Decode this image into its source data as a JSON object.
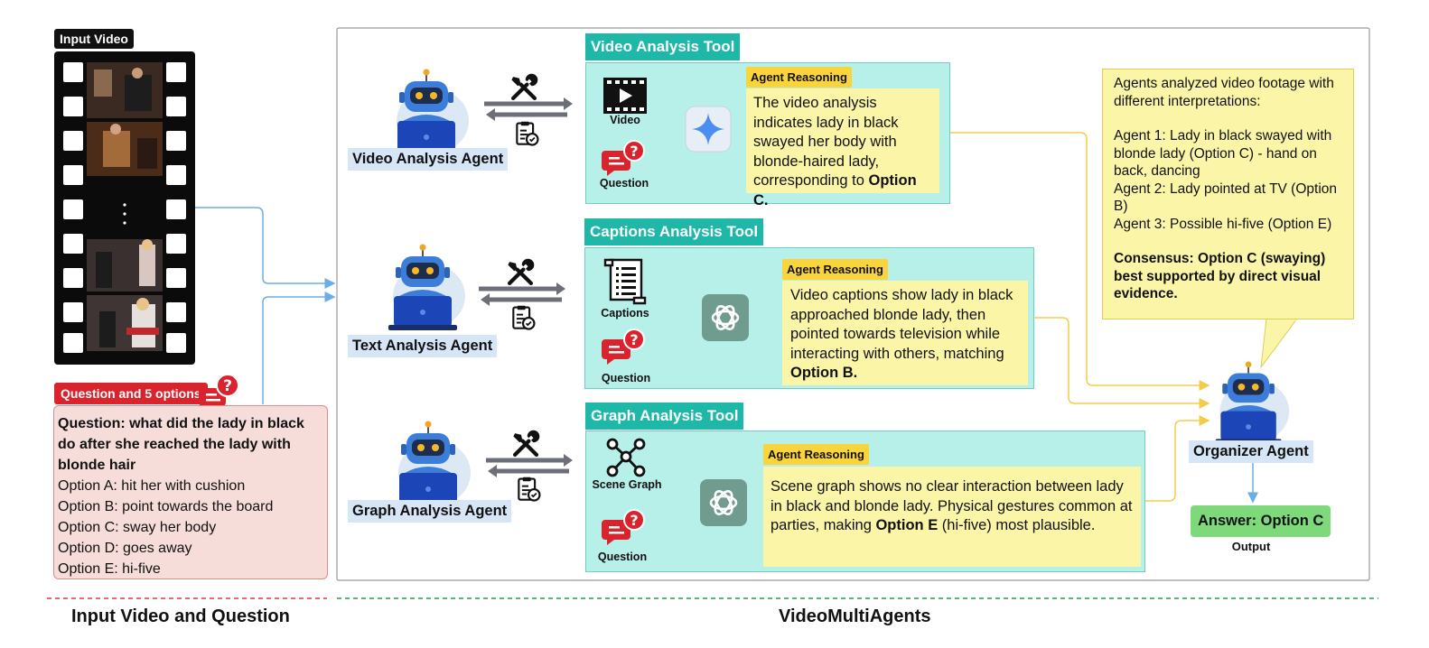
{
  "input": {
    "video_tag": "Input Video",
    "question_tag": "Question and 5 options",
    "question_text": "Question: what did the lady in black do after she reached the lady with blonde hair",
    "options": [
      "Option A: hit her with cushion",
      "Option B: point towards the board",
      "Option C: sway her body",
      "Option D: goes away",
      "Option E: hi-five"
    ]
  },
  "agents": {
    "video": {
      "agent_label": "Video Analysis Agent",
      "tool_title": "Video Analysis Tool",
      "input_label": "Video",
      "question_label": "Question",
      "reason_tag": "Agent Reasoning",
      "reasoning": "The video analysis indicates lady in black swayed her body with blonde-haired lady, corresponding to ",
      "reasoning_bold": "Option C."
    },
    "text": {
      "agent_label": "Text Analysis Agent",
      "tool_title": "Captions Analysis Tool",
      "input_label": "Captions",
      "question_label": "Question",
      "reason_tag": "Agent Reasoning",
      "reasoning": "Video captions show lady in black approached blonde lady, then pointed towards television while interacting with others, matching ",
      "reasoning_bold": "Option B."
    },
    "graph": {
      "agent_label": "Graph Analysis Agent",
      "tool_title": "Graph Analysis Tool",
      "input_label": "Scene Graph",
      "question_label": "Question",
      "reason_tag": "Agent Reasoning",
      "reasoning_pre": "Scene graph shows no clear interaction between lady in black and blonde lady. Physical gestures common at parties, making ",
      "reasoning_bold": "Option E",
      "reasoning_post": " (hi-five) most plausible."
    }
  },
  "organizer": {
    "summary_intro": "Agents analyzed video footage with different interpretations:",
    "agent1": "Agent 1: Lady in black swayed with blonde lady (Option C) - hand on back, dancing",
    "agent2": "Agent 2: Lady pointed at TV (Option B)",
    "agent3": "Agent 3: Possible hi-five (Option E)",
    "consensus": "Consensus: Option C (swaying) best supported by direct visual evidence.",
    "label": "Organizer Agent",
    "answer": "Answer: Option C",
    "output_label": "Output"
  },
  "sections": {
    "left": "Input Video and Question",
    "right": "VideoMultiAgents"
  },
  "colors": {
    "teal": "#1fb8a8",
    "tool_bg": "#b7efe9",
    "reason_bg": "#fbf6a7",
    "red": "#d9232d",
    "answer": "#7ed97a",
    "blue_line": "#6aaee8",
    "yellow_line": "#f5cc4a"
  }
}
